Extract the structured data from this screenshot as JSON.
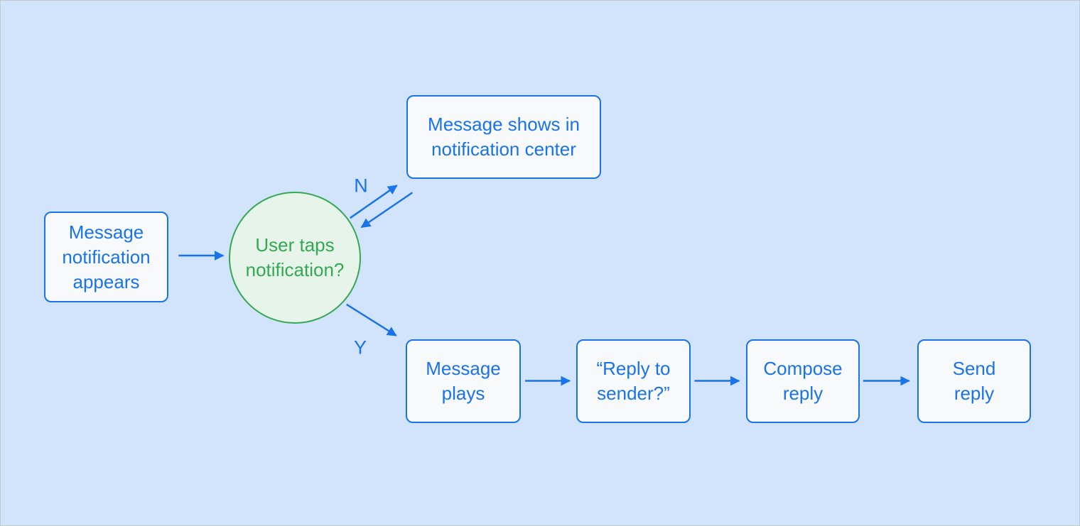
{
  "colors": {
    "bg": "#d2e3fc",
    "frame": "#c4c9cf",
    "blue": "#1a73e8",
    "box-fill": "#f8f9fa",
    "green": "#34a853",
    "green-fill": "#e7f4ea"
  },
  "diagram": {
    "type": "flowchart",
    "nodes": {
      "start": {
        "label": "Message\nnotification\nappears",
        "shape": "rounded-rectangle"
      },
      "decision": {
        "label": "User taps\nnotification?",
        "shape": "circle"
      },
      "notification_center": {
        "label": "Message shows in\nnotification center",
        "shape": "rounded-rectangle"
      },
      "message_plays": {
        "label": "Message\nplays",
        "shape": "rounded-rectangle"
      },
      "reply_to_sender": {
        "label": "“Reply to\nsender?”",
        "shape": "rounded-rectangle"
      },
      "compose_reply": {
        "label": "Compose\nreply",
        "shape": "rounded-rectangle"
      },
      "send_reply": {
        "label": "Send\nreply",
        "shape": "rounded-rectangle"
      }
    },
    "edge_labels": {
      "no": "N",
      "yes": "Y"
    }
  }
}
